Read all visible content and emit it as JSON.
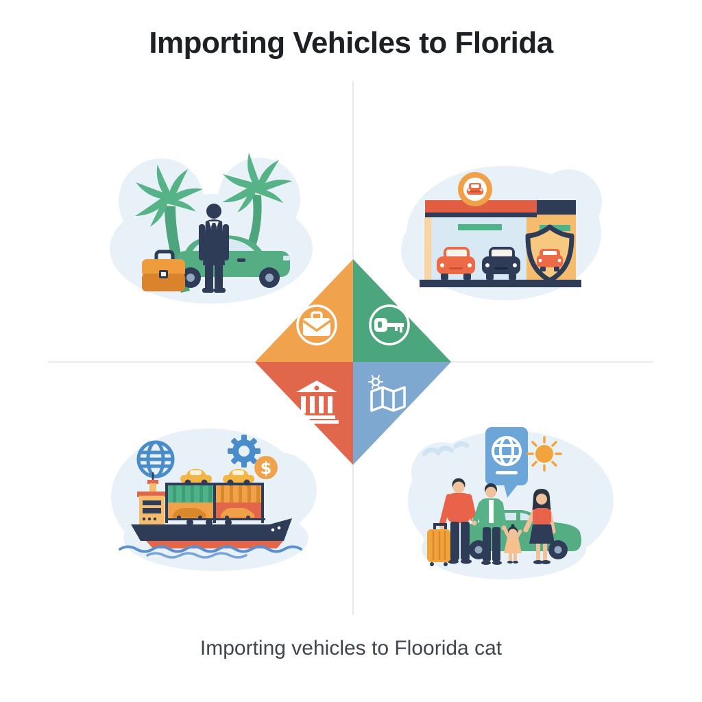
{
  "page": {
    "title": "Importing Vehicles to Florida",
    "caption": "Importing vehicles to Floorida cat"
  },
  "colors": {
    "title-text": "#1d2126",
    "caption-text": "#3f454d",
    "divider": "#e8ebee",
    "blob": "#e9f1f8",
    "navy": "#2e3c57",
    "leaf": "#56b287",
    "trunk": "#4ca57c",
    "car-green": "#55ad83",
    "window": "#d8e9f4",
    "briefcase-light": "#ee9c3c",
    "briefcase-dark": "#d9832c",
    "hub": "#93a9c0",
    "awning": "#e25e43",
    "wall-pale": "#f8d5a2",
    "wall-orange": "#f5bc6e",
    "sign-green": "#4db389",
    "container-green-dark": "#3f9c77",
    "car-orange": "#ec6a45",
    "shield-fill": "#f7c87f",
    "badge-orange": "#f0a148",
    "blue-icon": "#4a8cc9",
    "coin": "#f0a24a",
    "keel": "#e2674a",
    "container-orange": "#f0a24a",
    "container-orange-dark": "#d9882a",
    "deck-car": "#f3b544",
    "wave": "#5b8fd0",
    "bubble": "#6ca6d8",
    "sun": "#f3a33c",
    "cloud": "#cfe3f0",
    "skin": "#f0c29c",
    "hair": "#2a3442",
    "shirt": "#e8634a",
    "jacket-green": "#57b287",
    "dress": "#f5c08e",
    "suitcase": "#f2a33c",
    "diamond-orange": "#f0a24c",
    "diamond-green": "#4ba57d",
    "diamond-red": "#e0674b",
    "diamond-blue": "#7fa8d1"
  },
  "diamond": {
    "segments": [
      {
        "position": "top-left",
        "icon": "briefcase-icon",
        "color": "#f0a24c"
      },
      {
        "position": "top-right",
        "icon": "key-icon",
        "color": "#4ba57d"
      },
      {
        "position": "bottom-left",
        "icon": "bank-icon",
        "color": "#e0674b"
      },
      {
        "position": "bottom-right",
        "icon": "map-icon",
        "color": "#7fa8d1"
      }
    ]
  },
  "scenes": [
    {
      "position": "top-left",
      "name": "businessman-with-car-and-palms",
      "elements": [
        "palm-trees",
        "businessman-silhouette",
        "green-car",
        "orange-briefcase"
      ]
    },
    {
      "position": "top-right",
      "name": "car-dealership",
      "elements": [
        "car-badge",
        "awning",
        "showroom-orange-car",
        "showroom-navy-car",
        "security-shield"
      ]
    },
    {
      "position": "bottom-left",
      "name": "cargo-ship-import",
      "elements": [
        "globe",
        "gear",
        "dollar-coin",
        "container-ship",
        "deck-cars",
        "waves"
      ]
    },
    {
      "position": "bottom-right",
      "name": "family-arrival",
      "elements": [
        "clouds",
        "passport-speech-bubble",
        "sun",
        "family-of-four",
        "green-car",
        "suitcase"
      ]
    }
  ]
}
